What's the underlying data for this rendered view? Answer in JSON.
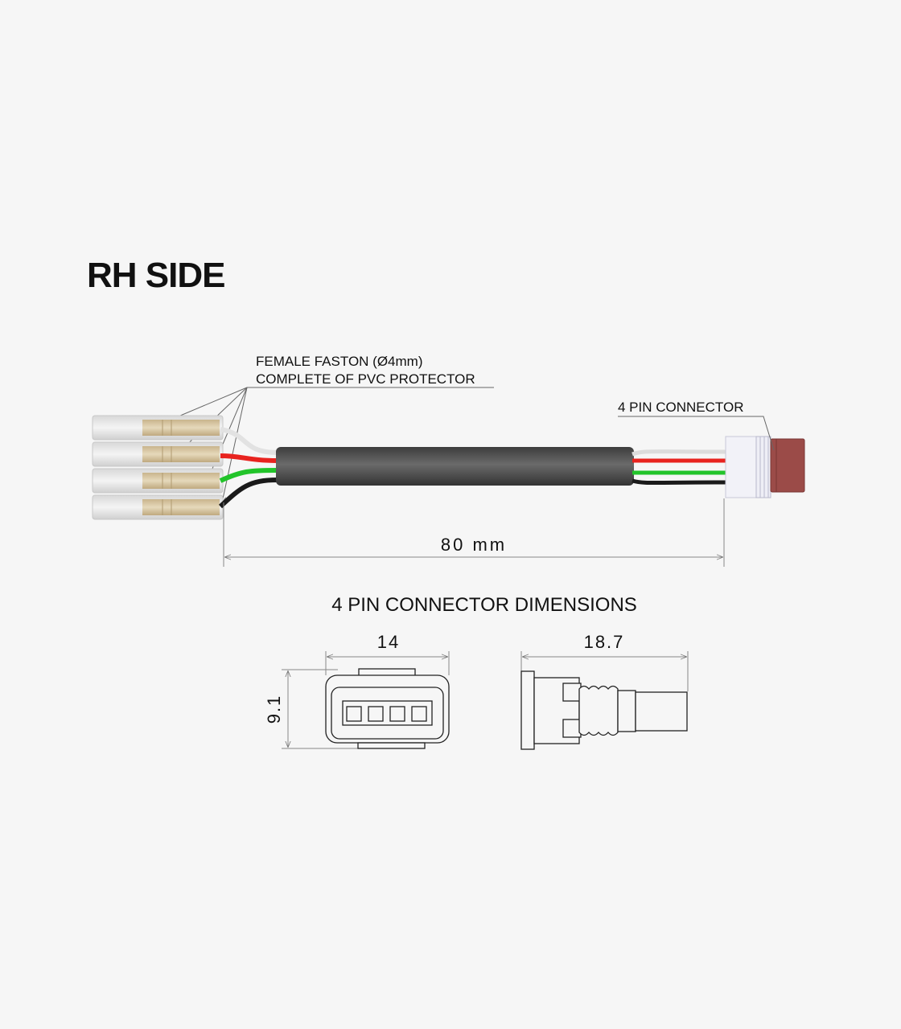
{
  "title": "RH SIDE",
  "faston_label": {
    "line1": "FEMALE FASTON (Ø4mm)",
    "line2": "COMPLETE OF PVC PROTECTOR"
  },
  "connector_label": "4 PIN CONNECTOR",
  "length_dimension": "80 mm",
  "dimensions_title": "4 PIN CONNECTOR DIMENSIONS",
  "dimensions": {
    "width": "14",
    "height": "9.1",
    "length": "18.7"
  },
  "colors": {
    "background": "#f6f6f6",
    "wire_red": "#e8231f",
    "wire_green": "#22c42a",
    "wire_black": "#1a1a1a",
    "wire_white": "#ececec",
    "cable_jacket": "#525252",
    "connector_body": "#9b4b48",
    "faston_brass": "#d9c9a6"
  }
}
